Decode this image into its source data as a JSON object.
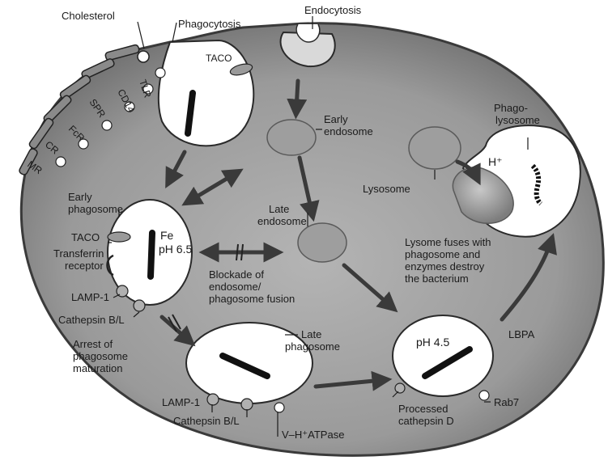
{
  "labels": {
    "cholesterol": "Cholesterol",
    "phagocytosis": "Phagocytosis",
    "endocytosis": "Endocytosis",
    "taco": "TACO",
    "tlr": "TLR",
    "cd14": "CD14",
    "spr": "SPR",
    "fcr": "FcR",
    "cr": "CR",
    "mr": "MR",
    "early_endosome": [
      "Early",
      "endosome"
    ],
    "phagolysosome": [
      "Phago-",
      "lysosome"
    ],
    "h_plus": "H⁺",
    "lysosome": "Lysosome",
    "early_phagosome": [
      "Early",
      "phagosome"
    ],
    "late_endosome": [
      "Late",
      "endosome"
    ],
    "taco2": "TACO",
    "fe": "Fe",
    "ph65": "pH 6.5",
    "transferrin_receptor": [
      "Transferrin",
      "receptor"
    ],
    "blockade": [
      "Blockade of",
      "endosome/",
      "phagosome fusion"
    ],
    "lysome_fuses": [
      "Lysome fuses with",
      "phagosome and",
      "enzymes destroy",
      "the bacterium"
    ],
    "lamp1": "LAMP-1",
    "cathepsin_bl": "Cathepsin B/L",
    "arrest": [
      "Arrest of",
      "phagosome",
      "maturation"
    ],
    "late_phagosome": [
      "Late",
      "phagosome"
    ],
    "ph45": "pH 4.5",
    "lbpa": "LBPA",
    "lamp1_2": "LAMP-1",
    "cathepsin_bl_2": "Cathepsin B/L",
    "vh_atpase": "V–H⁺ATPase",
    "processed_cathepsin": [
      "Processed",
      "cathepsin D"
    ],
    "rab7": "Rab7"
  },
  "colors": {
    "cytoplasm": "#8c8c8c",
    "membrane": "#3a3a3a",
    "vesicle_fill": "#ffffff",
    "bacterium": "#111111"
  }
}
